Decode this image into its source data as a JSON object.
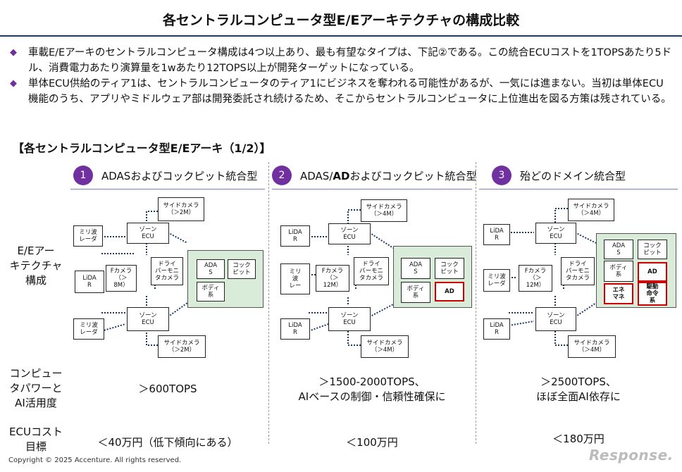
{
  "title": "各セントラルコンピュータ型E/Eアーキテクチャの構成比較",
  "bullets": [
    "車載E/Eアーキのセントラルコンピュータ構成は4つ以上あり、最も有望なタイプは、下記②である。この統合ECUコストを1TOPSあたり5ドル、消費電力あたり演算量を1wあたり12TOPS以上が開発ターゲットになっている。",
    "単体ECU供給のティア1は、セントラルコンピュータのティア1にビジネスを奪われる可能性があるが、一気には進まない。当初は単体ECU機能のうち、アプリやミドルウェア部は開発委託され続けるため、そこからセントラルコンピュータに上位進出を図る方策は残されている。"
  ],
  "section_title": "【各セントラルコンピュータ型E/Eアーキ（1/2）】",
  "row_labels": {
    "arch": "E/Eアー\nキテクチャ\n構成",
    "compute": "コンピュー\nタパワーと\nAI活用度",
    "cost": "ECUコスト\n目標"
  },
  "columns": [
    {
      "number": "1",
      "heading": "ADASおよびコックピット統合型",
      "compute": "＞600TOPS",
      "cost": "＜40万円（低下傾向にある）",
      "boxes": {
        "side_top": "サイドカメラ\n（＞2M）",
        "zone_top": "ゾーン\nECU",
        "radar_top": "ミリ波\nレーダ",
        "lidar": "LiDA\nR",
        "fcam": "Fカメラ\n（＞\n8M）",
        "driver": "ドライ\nバーモニ\nタカメラ",
        "zone_bot": "ゾーン\nECU",
        "radar_bot": "ミリ波\nレーダ",
        "side_bot": "サイドカメラ\n（＞2M）",
        "adas": "ADA\nS",
        "cockpit": "コック\nピット",
        "body": "ボディ\n系"
      }
    },
    {
      "number": "2",
      "heading_pre": "ADAS/",
      "heading_bold": "AD",
      "heading_post": "およびコックピット統合型",
      "compute": "＞1500-2000TOPS、\nAIベースの制御・信頼性確保に",
      "cost": "＜100万円",
      "boxes": {
        "side_top": "サイドカメラ\n（＞4M）",
        "zone_top": "ゾーン\nECU",
        "lidar_top": "LiDA\nR",
        "radar": "ミリ\n波\nレー",
        "fcam": "Fカメラ\n（＞\n12M）",
        "driver": "ドライ\nバーモニ\nタカメラ",
        "zone_bot": "ゾーン\nECU",
        "lidar_bot": "LiDA\nR",
        "side_bot": "サイドカメラ\n（＞4M）",
        "adas": "ADA\nS",
        "cockpit": "コック\nピット",
        "body": "ボディ\n系",
        "ad": "AD"
      }
    },
    {
      "number": "3",
      "heading": "殆どのドメイン統合型",
      "compute": "＞2500TOPS、\nほぼ全面AI依存に",
      "cost": "＜180万円",
      "boxes": {
        "side_top": "サイドカメラ\n（＞4M）",
        "zone_top": "ゾーン\nECU",
        "lidar_top": "LiDA\nR",
        "radar": "ミリ波\nレーダ",
        "fcam": "Fカメラ\n（＞\n12M）",
        "driver": "ドライ\nバーモニ\nタカメラ",
        "zone_bot": "ゾーン\nECU",
        "lidar_bot": "LiDA\nR",
        "side_bot": "サイドカメラ\n（＞4M）",
        "adas": "ADA\nS",
        "cockpit": "コック\nピット",
        "body": "ボディ\n系",
        "ad": "AD",
        "energy": "エネ\nマネ",
        "drive": "駆動\n命令\n系"
      }
    }
  ],
  "footer": "Copyright © 2025 Accenture. All rights reserved.",
  "watermark": "Response.",
  "colors": {
    "accent": "#7030a0",
    "highlight_red": "#d00000",
    "domain_fill": "#d9ecd9",
    "rule": "#1f3864"
  }
}
